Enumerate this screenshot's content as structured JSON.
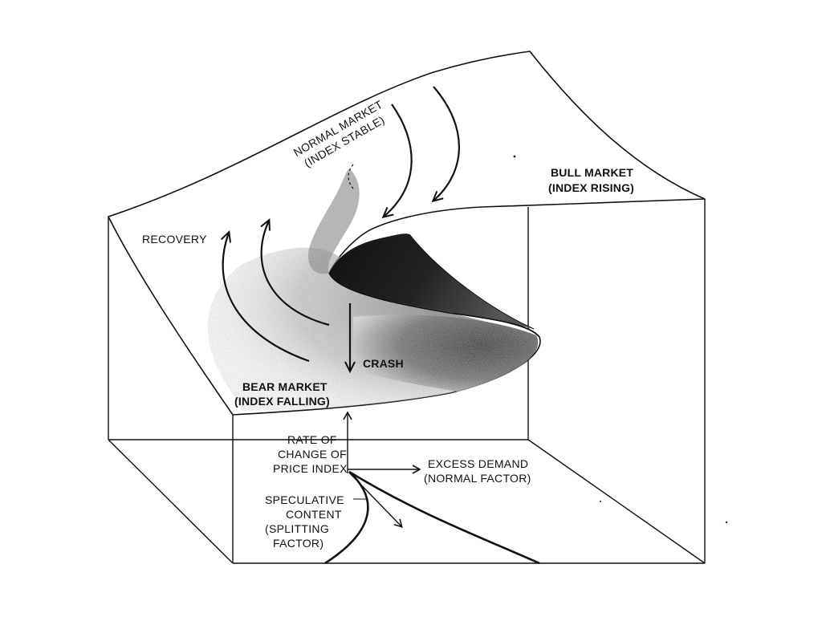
{
  "diagram": {
    "labels": {
      "normal_market_1": "NORMAL MARKET",
      "normal_market_2": "(INDEX STABLE)",
      "bull_market_1": "BULL MARKET",
      "bull_market_2": "(INDEX RISING)",
      "recovery": "RECOVERY",
      "crash": "CRASH",
      "bear_market_1": "BEAR MARKET",
      "bear_market_2": "(INDEX FALLING)",
      "rate_1": "RATE OF",
      "rate_2": "CHANGE OF",
      "rate_3": "PRICE INDEX",
      "excess_1": "EXCESS DEMAND",
      "excess_2": "(NORMAL FACTOR)",
      "spec_1": "SPECULATIVE",
      "spec_2": "CONTENT",
      "spec_3": "(SPLITTING",
      "spec_4": "FACTOR)"
    },
    "colors": {
      "ink": "#111111",
      "paper": "#ffffff",
      "shade_dark": "#1a1a1a",
      "shade_mid": "#8a8a8a"
    }
  }
}
